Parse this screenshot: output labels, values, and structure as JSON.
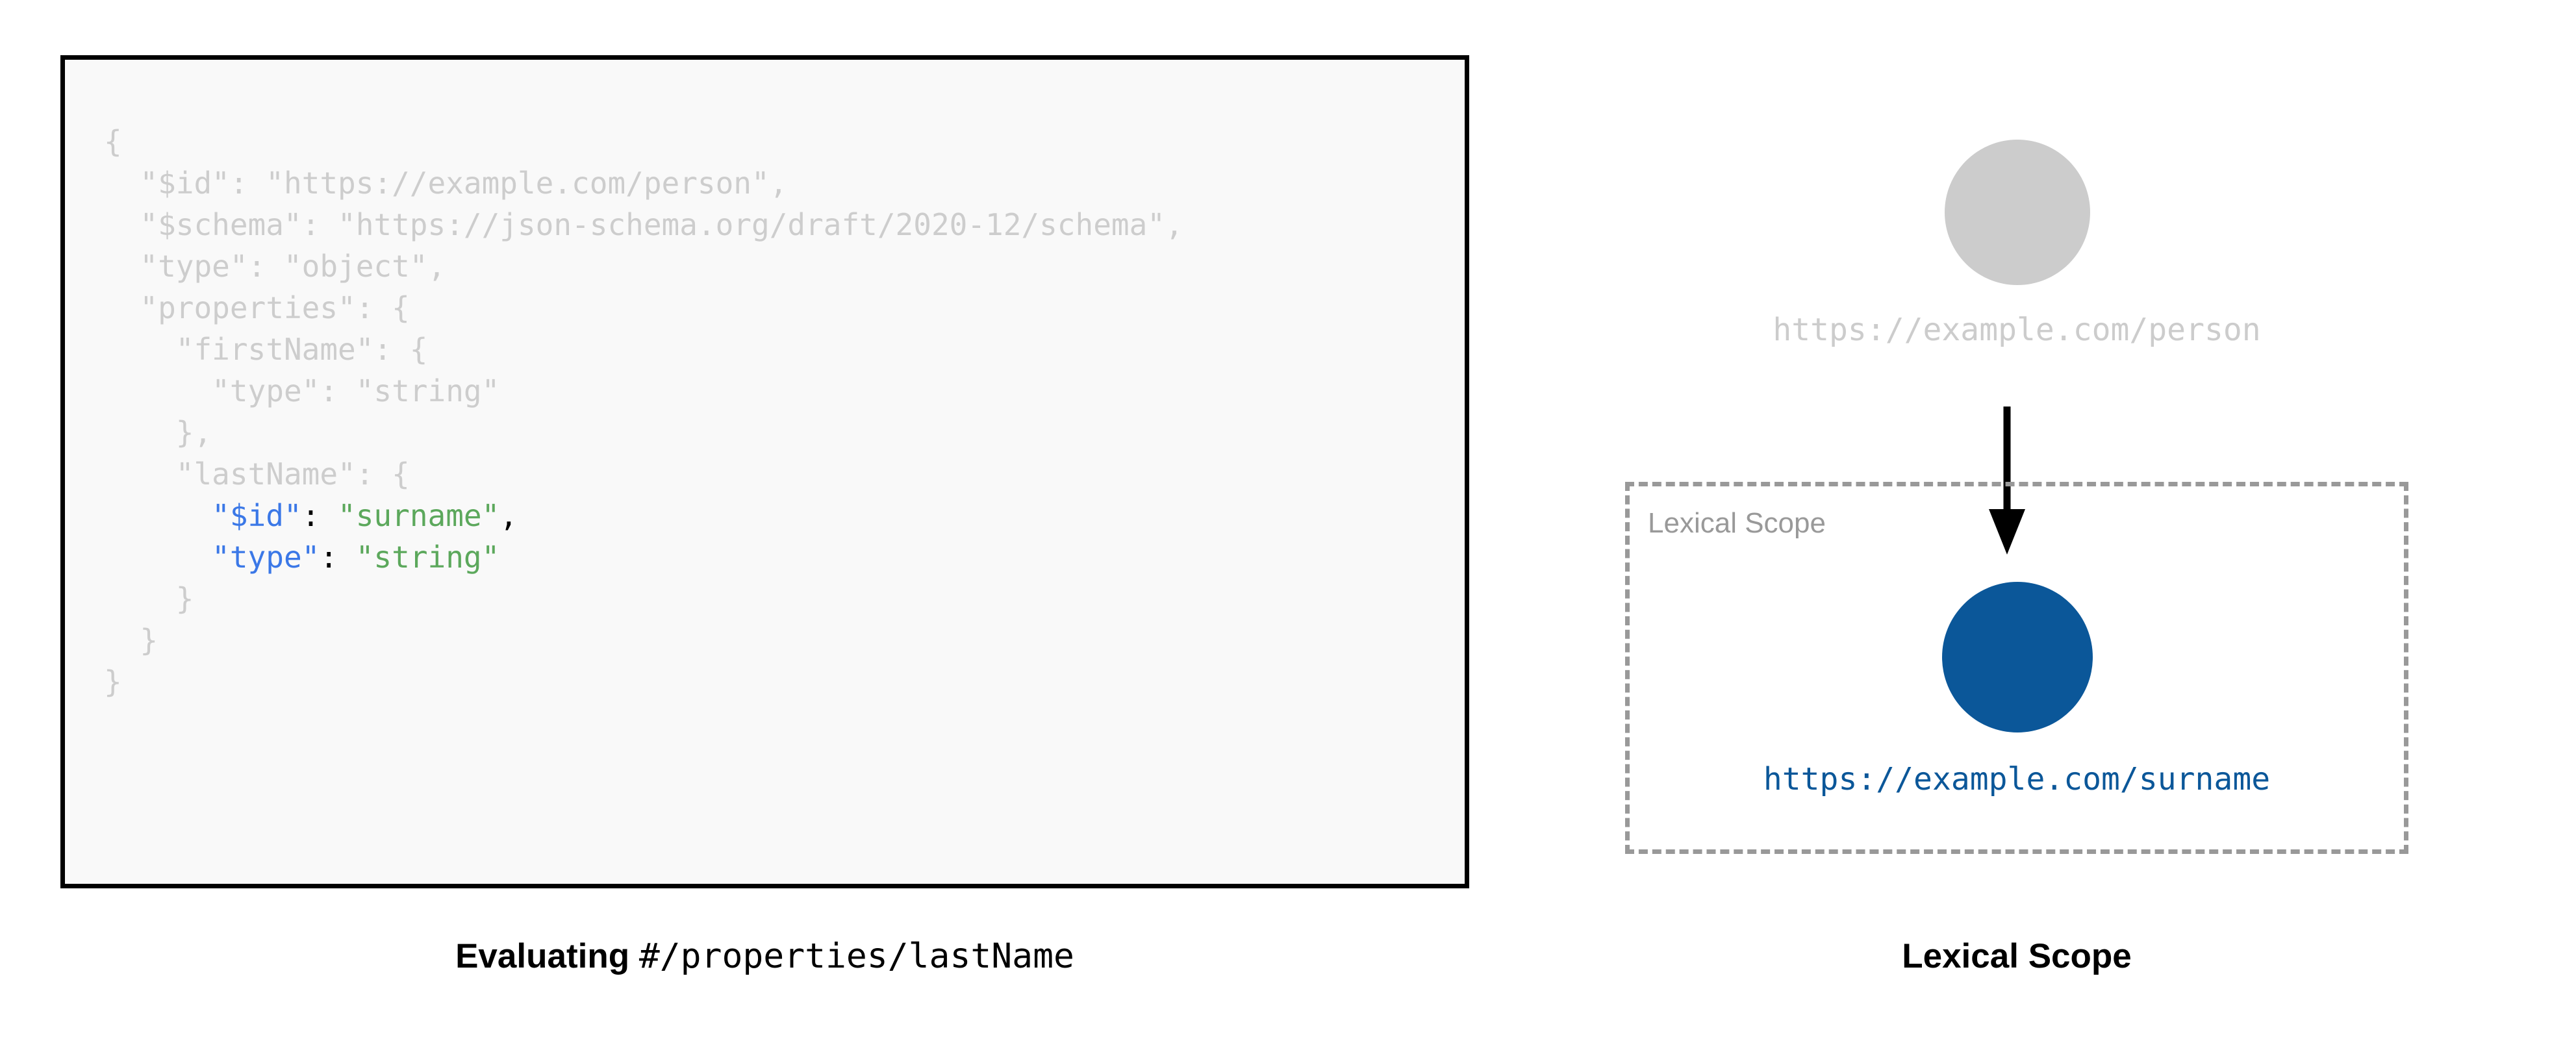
{
  "code_panel": {
    "background_color": "#F9F9F9",
    "border_color": "#000000",
    "dim_color": "#CCCCCC",
    "key_color": "#3B78E7",
    "value_color": "#5CA85C",
    "lines": [
      {
        "indent": 0,
        "segments": [
          {
            "text": "{",
            "style": "dim"
          }
        ]
      },
      {
        "indent": 1,
        "segments": [
          {
            "text": "\"$id\": \"https://example.com/person\",",
            "style": "dim"
          }
        ]
      },
      {
        "indent": 1,
        "segments": [
          {
            "text": "\"$schema\": \"https://json-schema.org/draft/2020-12/schema\",",
            "style": "dim"
          }
        ]
      },
      {
        "indent": 1,
        "segments": [
          {
            "text": "\"type\": \"object\",",
            "style": "dim"
          }
        ]
      },
      {
        "indent": 1,
        "segments": [
          {
            "text": "\"properties\": {",
            "style": "dim"
          }
        ]
      },
      {
        "indent": 2,
        "segments": [
          {
            "text": "\"firstName\": {",
            "style": "dim"
          }
        ]
      },
      {
        "indent": 3,
        "segments": [
          {
            "text": "\"type\": \"string\"",
            "style": "dim"
          }
        ]
      },
      {
        "indent": 2,
        "segments": [
          {
            "text": "},",
            "style": "dim"
          }
        ]
      },
      {
        "indent": 2,
        "segments": [
          {
            "text": "\"lastName\": {",
            "style": "dim"
          }
        ]
      },
      {
        "indent": 3,
        "segments": [
          {
            "text": "\"$id\"",
            "style": "key"
          },
          {
            "text": ": ",
            "style": "punc"
          },
          {
            "text": "\"surname\"",
            "style": "value"
          },
          {
            "text": ",",
            "style": "punc"
          }
        ]
      },
      {
        "indent": 3,
        "segments": [
          {
            "text": "\"type\"",
            "style": "key"
          },
          {
            "text": ": ",
            "style": "punc"
          },
          {
            "text": "\"string\"",
            "style": "value"
          }
        ]
      },
      {
        "indent": 2,
        "segments": [
          {
            "text": "}",
            "style": "dim"
          }
        ]
      },
      {
        "indent": 1,
        "segments": [
          {
            "text": "}",
            "style": "dim"
          }
        ]
      },
      {
        "indent": 0,
        "segments": [
          {
            "text": "}",
            "style": "dim"
          }
        ]
      }
    ],
    "caption": {
      "strong_text": "Evaluating",
      "mono_text": "#/properties/lastName"
    }
  },
  "diagram_panel": {
    "outer_node": {
      "label": "https://example.com/person",
      "color": "#CCCCCC"
    },
    "arrow": {
      "color": "#000000",
      "direction": "down"
    },
    "lexical_scope_box": {
      "label": "Lexical Scope",
      "border_color": "#999999",
      "border_style": "dashed"
    },
    "inner_node": {
      "label": "https://example.com/surname",
      "color": "#0B5799"
    },
    "caption": "Lexical Scope"
  }
}
